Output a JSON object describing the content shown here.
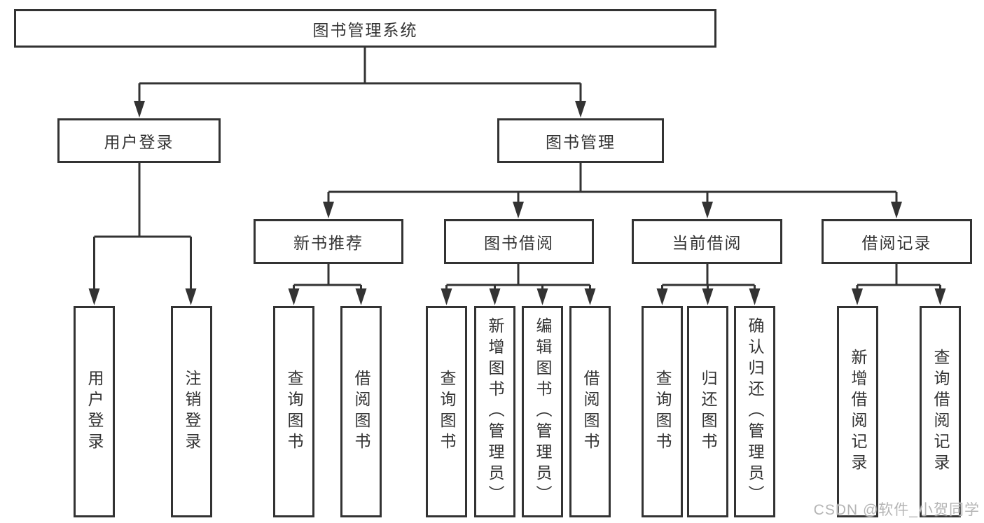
{
  "colors": {
    "line": "#333333",
    "text": "#333333",
    "watermark": "#b5b5b5",
    "background": "#ffffff"
  },
  "tree": {
    "root": "图书管理系统",
    "user_branch": {
      "label": "用户登录",
      "leaves": [
        "用户登录",
        "注销登录"
      ]
    },
    "mgmt_branch": {
      "label": "图书管理",
      "groups": [
        {
          "label": "新书推荐",
          "leaves": [
            "查询图书",
            "借阅图书"
          ]
        },
        {
          "label": "图书借阅",
          "leaves": [
            "查询图书",
            "新增图书（管理员）",
            "编辑图书（管理员）",
            "借阅图书"
          ]
        },
        {
          "label": "当前借阅",
          "leaves": [
            "查询图书",
            "归还图书",
            "确认归还（管理员）"
          ]
        },
        {
          "label": "借阅记录",
          "leaves": [
            "新增借阅记录",
            "查询借阅记录"
          ]
        }
      ]
    }
  },
  "watermark": {
    "text": "CSDN @软件_小贺同学"
  }
}
